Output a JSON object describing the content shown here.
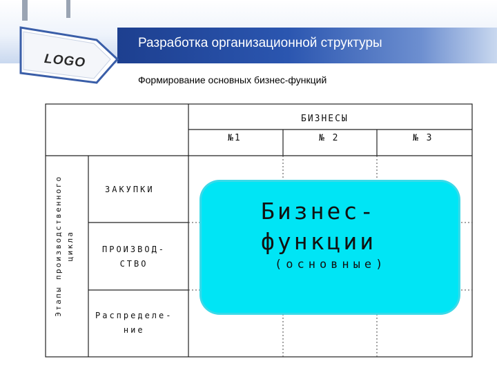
{
  "slide": {
    "title": "Разработка организационной структуры",
    "subtitle": "Формирование основных бизнес-функций"
  },
  "logo": {
    "text": "LOGO"
  },
  "table": {
    "header": "БИЗНЕСЫ",
    "columns": [
      "№1",
      "№ 2",
      "№ 3"
    ],
    "row_axis_label": "Этапы производственного цикла",
    "rows": [
      "ЗАКУПКИ",
      "ПРОИЗВОД-СТВО",
      "Распределе-ние"
    ],
    "rows_display": [
      [
        "ЗАКУПКИ"
      ],
      [
        "ПРОИЗВОД-",
        "СТВО"
      ],
      [
        "Распределе-",
        "ние"
      ]
    ],
    "highlight": {
      "title_line1": "Бизнес-",
      "title_line2": "функции",
      "subtitle": "(основные)"
    },
    "highlight_color": "#00e5f5"
  },
  "colors": {
    "header_band": "#2b56b0"
  }
}
